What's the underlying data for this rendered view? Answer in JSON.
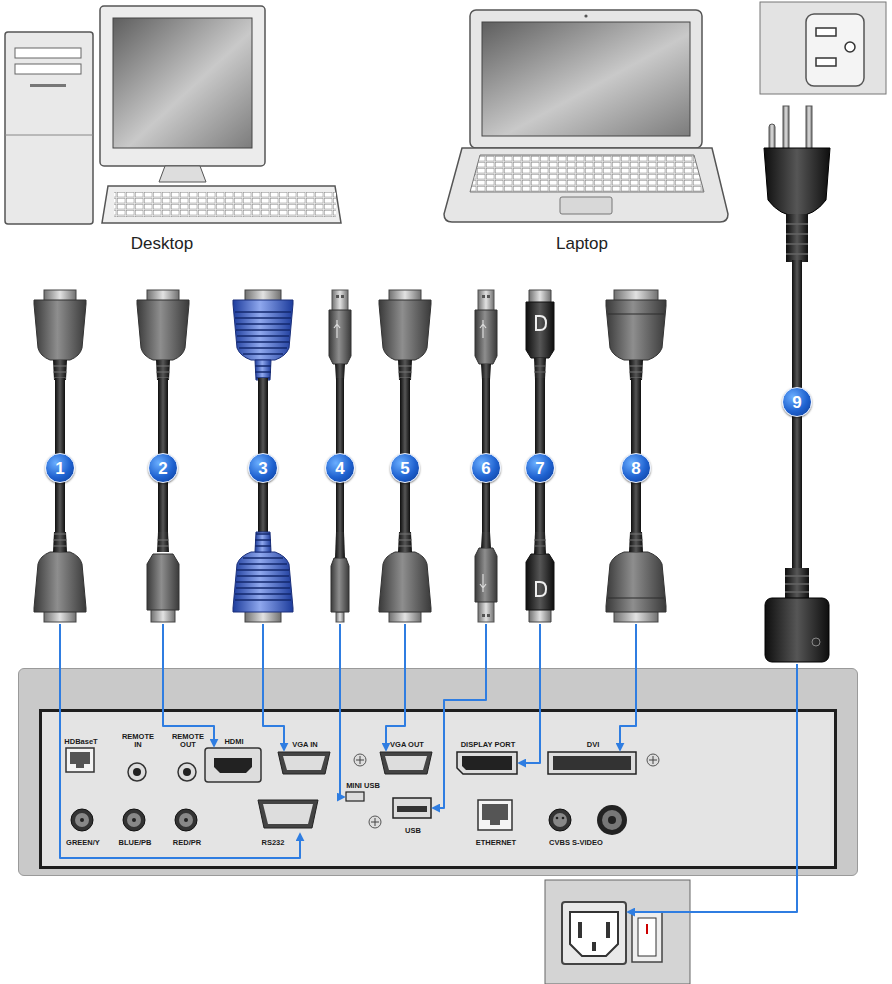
{
  "diagram": {
    "nodes": [
      {
        "text": [
          "1"
        ]
      },
      {
        "text": [
          "2"
        ]
      },
      {
        "text": [
          "3"
        ]
      },
      {
        "text": [
          "4"
        ]
      },
      {
        "text": [
          "5"
        ]
      },
      {
        "text": [
          "6"
        ]
      },
      {
        "text": [
          "7"
        ]
      },
      {
        "text": [
          "8"
        ]
      },
      {
        "text": [
          "9"
        ]
      },
      {
        "text": [
          "HDBaseT",
          "REMOTE IN",
          "REMOTE OUT",
          "HDMI",
          "VGA IN",
          "VGA OUT",
          "DISPLAY PORT",
          "DVI",
          "MINI USB",
          "GREEN/Y",
          "BLUE/PB",
          "RED/PR",
          "RS232",
          "USB",
          "ETHERNET",
          "CVBS S-VIDEO"
        ]
      }
    ],
    "labels": [
      "Desktop",
      "Laptop"
    ]
  }
}
